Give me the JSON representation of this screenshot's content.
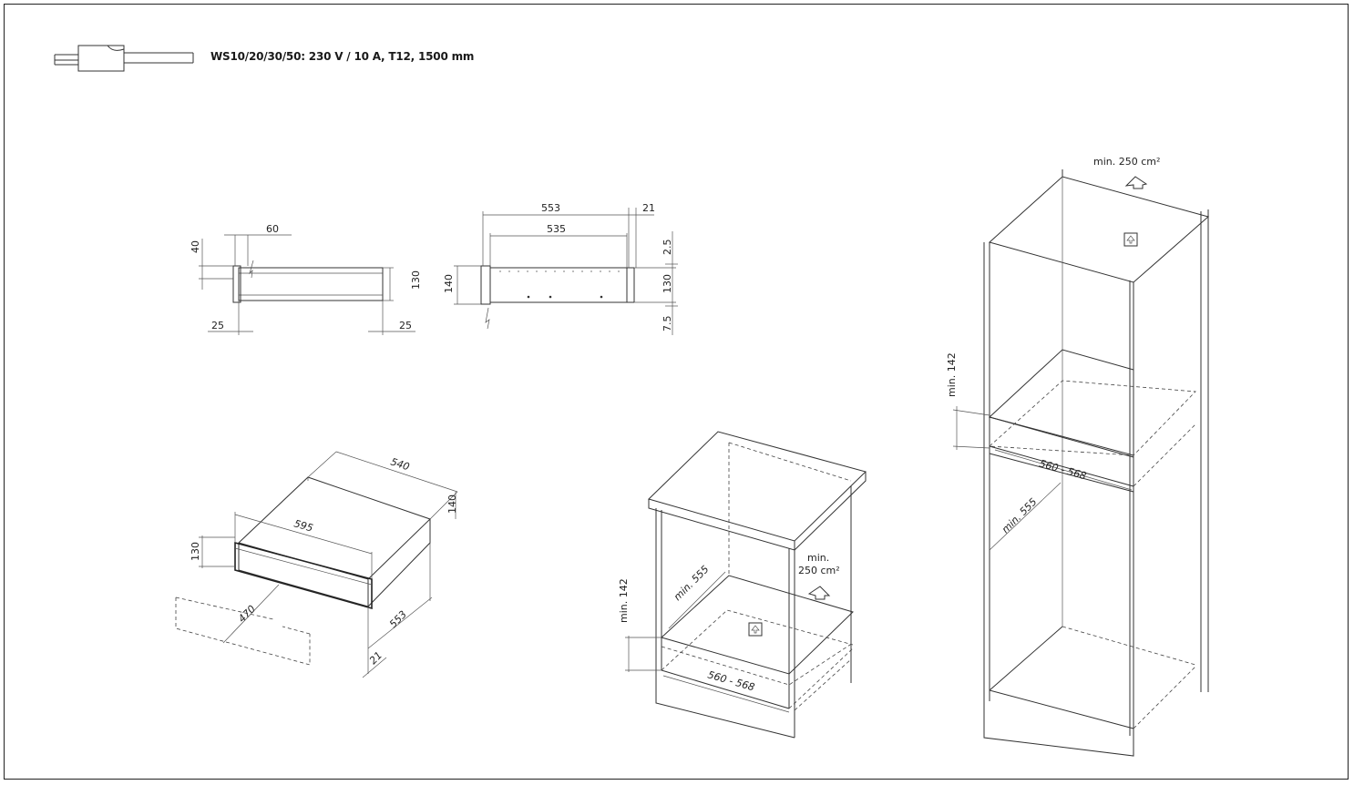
{
  "cable_spec": "WS10/20/30/50: 230 V / 10 A, T12, 1500 mm",
  "side_view": {
    "d60": "60",
    "d40": "40",
    "d130": "130",
    "d25_left": "25",
    "d25_right": "25"
  },
  "front_view": {
    "d553": "553",
    "d21": "21",
    "d535": "535",
    "d140": "140",
    "d2_5": "2.5",
    "d130": "130",
    "d7_5": "7.5"
  },
  "iso_unit": {
    "d540": "540",
    "d595": "595",
    "d140": "140",
    "d130": "130",
    "d470": "470",
    "d553": "553",
    "d21": "21"
  },
  "base_cabinet": {
    "min_depth": "min. 555",
    "min_height": "min. 142",
    "width_range": "560 - 568",
    "vent_line1": "min.",
    "vent_line2": "250 cm²"
  },
  "tall_cabinet": {
    "vent": "min. 250 cm²",
    "min_height": "min. 142",
    "width_range": "560 - 568",
    "min_depth": "min. 555"
  },
  "colors": {
    "line": "#333333",
    "text": "#222222",
    "background": "#ffffff"
  }
}
